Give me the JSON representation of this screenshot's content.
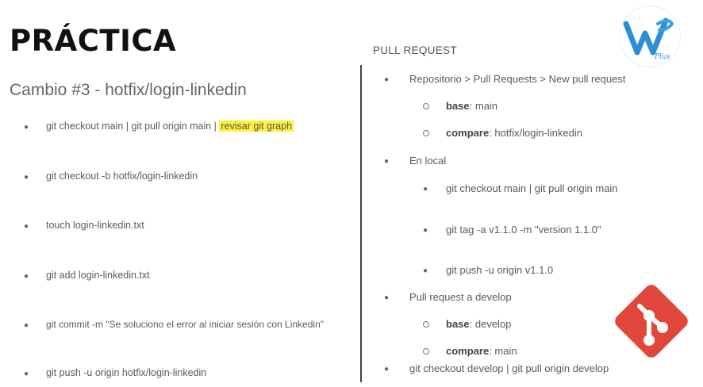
{
  "title": "PRÁCTICA",
  "subtitle": "Cambio #3 - hotfix/login-linkedin",
  "left_steps": [
    {
      "text": "git checkout main  | git pull origin main | ",
      "highlight": "revisar git graph"
    },
    {
      "text": "git checkout -b hotfix/login-linkedin"
    },
    {
      "text": "touch login-linkedin.txt"
    },
    {
      "text": "git add login-linkedin.txt"
    },
    {
      "text": "git commit -m \"Se soluciono el error al iniciar sesión con Linkedin\""
    },
    {
      "text": "git push -u origin hotfix/login-linkedin"
    }
  ],
  "right": {
    "header": "PULL REQUEST",
    "repo_path": "Repositorio > Pull Requests > New pull request",
    "base_label": "base",
    "base_main": ": main",
    "compare_label": "compare",
    "compare_hotfix": ": hotfix/login-linkedin",
    "en_local": "En local",
    "local_cmd1": "git checkout main | git pull origin main",
    "local_cmd2": "git tag -a v1.1.0 -m \"version 1.1.0\"",
    "local_cmd3": "git push -u origin v1.1.0",
    "pr_develop": "Pull request a develop",
    "base_develop": ": develop",
    "compare_main": ": main",
    "final_cmd": "git checkout develop | git pull origin develop"
  },
  "logo": {
    "text": "Plus",
    "color": "#2a8fd4"
  },
  "git_logo_color": "#e0473a"
}
